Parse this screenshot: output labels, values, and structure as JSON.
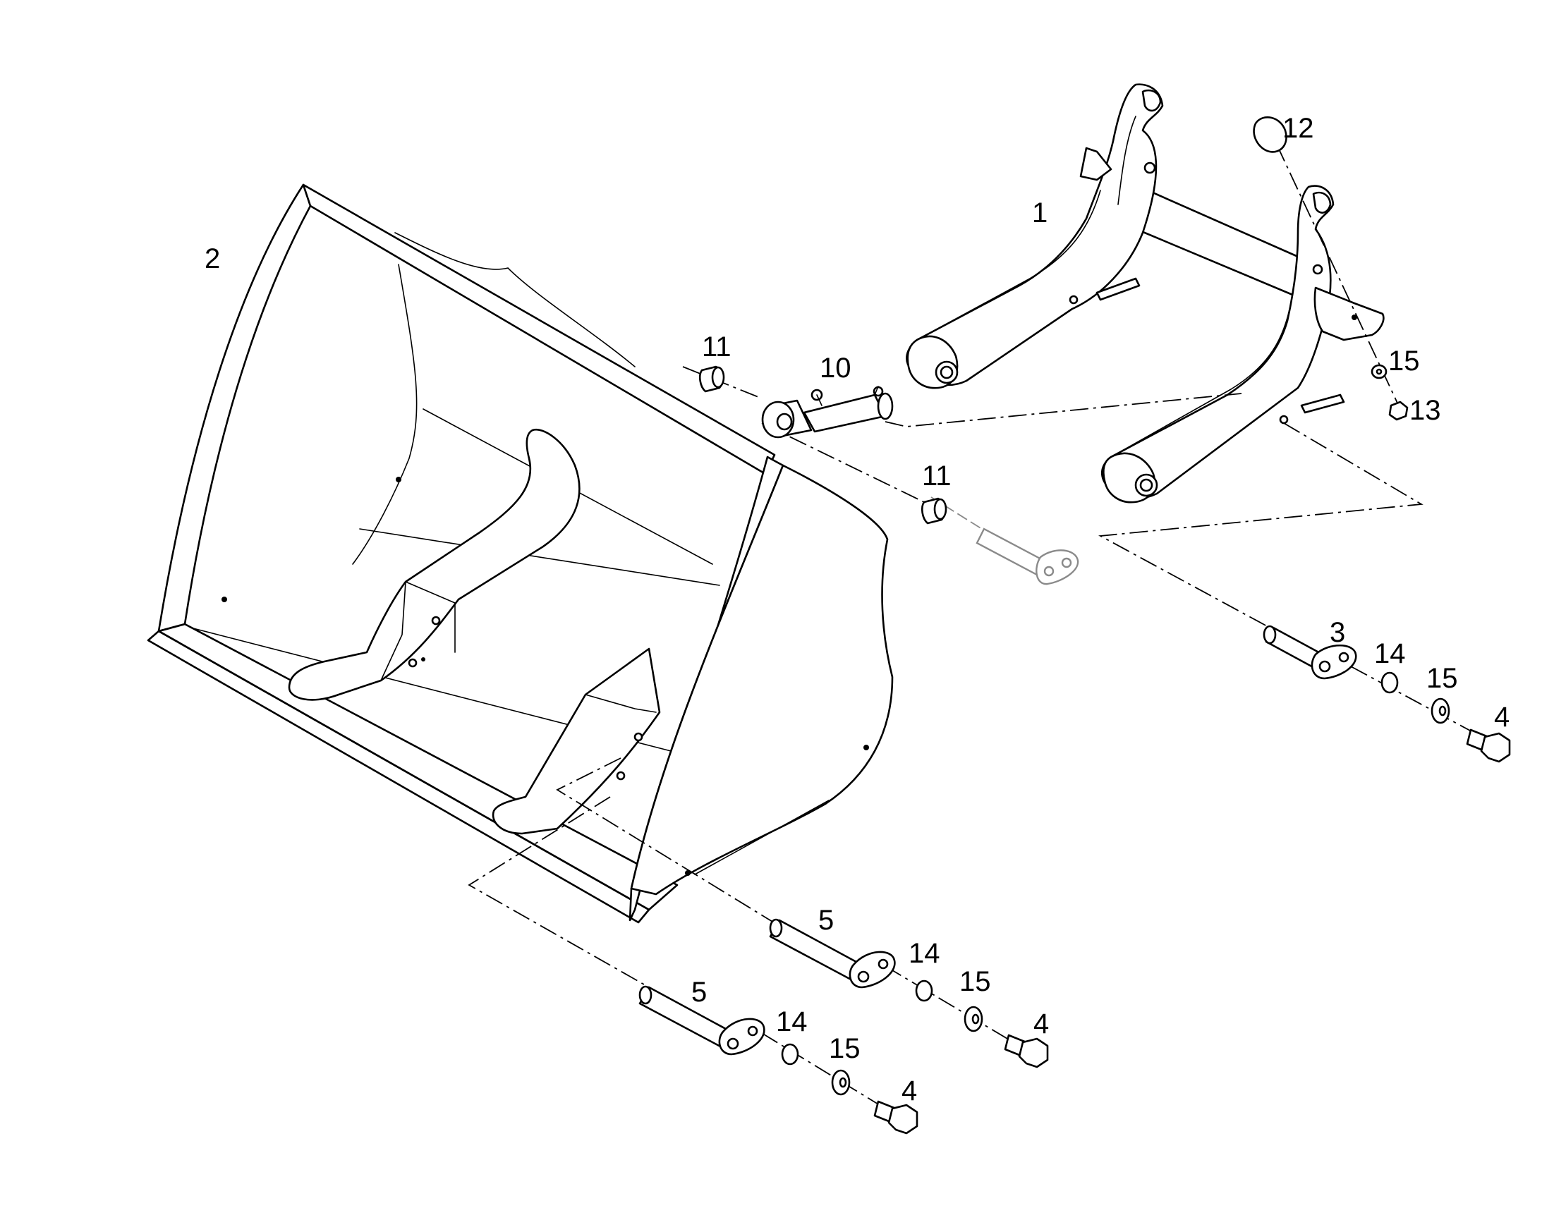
{
  "diagram": {
    "callouts": [
      {
        "id": "c1",
        "text": "1"
      },
      {
        "id": "c2",
        "text": "2"
      },
      {
        "id": "c3",
        "text": "3"
      },
      {
        "id": "c4a",
        "text": "4"
      },
      {
        "id": "c4b",
        "text": "4"
      },
      {
        "id": "c4c",
        "text": "4"
      },
      {
        "id": "c5a",
        "text": "5"
      },
      {
        "id": "c5b",
        "text": "5"
      },
      {
        "id": "c10",
        "text": "10"
      },
      {
        "id": "c11a",
        "text": "11"
      },
      {
        "id": "c11b",
        "text": "11"
      },
      {
        "id": "c12",
        "text": "12"
      },
      {
        "id": "c13",
        "text": "13"
      },
      {
        "id": "c14a",
        "text": "14"
      },
      {
        "id": "c14b",
        "text": "14"
      },
      {
        "id": "c14c",
        "text": "14"
      },
      {
        "id": "c15a",
        "text": "15"
      },
      {
        "id": "c15b",
        "text": "15"
      },
      {
        "id": "c15c",
        "text": "15"
      },
      {
        "id": "c15d",
        "text": "15"
      }
    ]
  }
}
